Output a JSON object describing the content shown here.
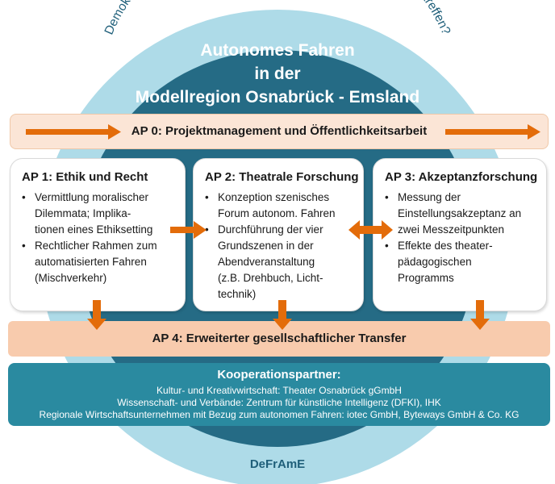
{
  "colors": {
    "outer_ring": "#aedbe8",
    "inner_circle": "#256b85",
    "arrow": "#e36c0a",
    "ap0_fill": "#fbe5d6",
    "ap4_fill": "#f8cbad",
    "partner_fill": "#2a8aa0"
  },
  "arc_text": "Demokratie des Fahrens – Sollen Autos moralische Entscheidungen treffen?",
  "title": {
    "line1": "Autonomes Fahren",
    "line2": "in der",
    "line3": "Modellregion Osnabrück - Emsland"
  },
  "ap0": {
    "label": "AP 0: Projektmanagement und Öffentlichkeitsarbeit"
  },
  "ap1": {
    "title": "AP 1: Ethik und Recht",
    "bullets": [
      [
        "Vermittlung moralischer",
        "Dilemmata; Implika-",
        "tionen eines Ethiksetting"
      ],
      [
        "Rechtlicher Rahmen zum",
        "automatisierten Fahren",
        "(Mischverkehr)"
      ]
    ]
  },
  "ap2": {
    "title": "AP 2: Theatrale Forschung",
    "bullets": [
      [
        "Konzeption szenisches",
        "Forum autonom. Fahren"
      ],
      [
        "Durchführung der vier",
        "Grundszenen in der",
        "Abendveranstaltung",
        "(z.B. Drehbuch, Licht-",
        "technik)"
      ]
    ]
  },
  "ap3": {
    "title": "AP 3: Akzeptanzforschung",
    "bullets": [
      [
        "Messung der",
        "Einstellungsakzeptanz an",
        "zwei Messzeitpunkten"
      ],
      [
        "Effekte des theater-",
        "pädagogischen",
        "Programms"
      ]
    ]
  },
  "ap4": {
    "label": "AP 4: Erweiterter gesellschaftlicher Transfer"
  },
  "partners": {
    "title": "Kooperationspartner:",
    "line1": "Kultur- und Kreativwirtschaft: Theater Osnabrück gGmbH",
    "line2": "Wissenschaft- und Verbände: Zentrum für künstliche Intelligenz (DFKI), IHK",
    "line3": "Regionale Wirtschaftsunternehmen mit Bezug zum autonomen Fahren: iotec GmbH, Byteways GmbH & Co. KG"
  },
  "footer": "DeFrAmE"
}
